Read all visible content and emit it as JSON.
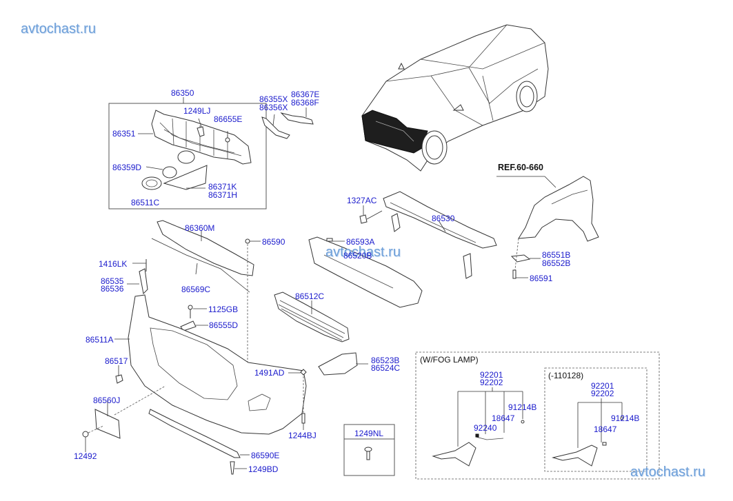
{
  "watermarks": [
    "avtochast.ru",
    "avtochast.ru",
    "avtochast.ru"
  ],
  "reference": "REF.60-660",
  "groups": {
    "fog_lamp": "(W/FOG LAMP)",
    "date_limited": "(-110128)"
  },
  "fastener_box": {
    "title": "1249NL",
    "icon": "screw-icon"
  },
  "parts": {
    "p86350": "86350",
    "p1249LJ": "1249LJ",
    "p86655E": "86655E",
    "p86351": "86351",
    "p86359D": "86359D",
    "p86371K": "86371K",
    "p86371H": "86371H",
    "p86511C": "86511C",
    "p86355X": "86355X",
    "p86356X": "86356X",
    "p86367E": "86367E",
    "p86368F": "86368F",
    "p1327AC": "1327AC",
    "p86530": "86530",
    "p86593A": "86593A",
    "p86520B": "86520B",
    "p86551B": "86551B",
    "p86552B": "86552B",
    "p86591": "86591",
    "p86360M": "86360M",
    "p86590": "86590",
    "p1416LK": "1416LK",
    "p86535": "86535",
    "p86536": "86536",
    "p86569C": "86569C",
    "p1125GB": "1125GB",
    "p86555D": "86555D",
    "p86511A": "86511A",
    "p86512C": "86512C",
    "p86517": "86517",
    "p86523B": "86523B",
    "p86524C": "86524C",
    "p1491AD": "1491AD",
    "p86560J": "86560J",
    "p1244BJ": "1244BJ",
    "p12492": "12492",
    "p86590E": "86590E",
    "p1249BD": "1249BD"
  },
  "fog_lamp_parts": {
    "p92201": "92201",
    "p92202": "92202",
    "p91214B": "91214B",
    "p18647": "18647",
    "p92240": "92240"
  },
  "date_limited_parts": {
    "p92201": "92201",
    "p92202": "92202",
    "p91214B": "91214B",
    "p18647": "18647"
  }
}
